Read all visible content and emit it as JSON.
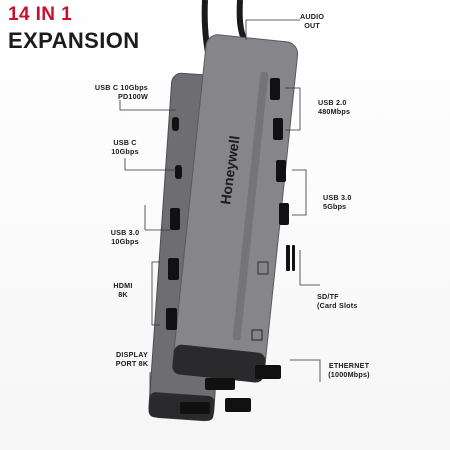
{
  "headline": {
    "line1": "14 IN 1",
    "line2": "EXPANSION"
  },
  "brand": "Honeywell",
  "labels": {
    "audio_out": [
      "AUDIO",
      "OUT"
    ],
    "usbc_pd": [
      "USB C 10Gbps",
      "PD100W"
    ],
    "usb2": [
      "USB 2.0",
      "480Mbps"
    ],
    "usbc": [
      "USB C",
      "10Gbps"
    ],
    "usb3_right": [
      "USB 3.0",
      "5Gbps"
    ],
    "usb3_left": [
      "USB 3.0",
      "10Gbps"
    ],
    "hdmi": [
      "HDMI",
      "8K"
    ],
    "sdtf": [
      "SD/TF",
      "(Card Slots"
    ],
    "display_port": [
      "DISPLAY",
      "PORT 8K"
    ],
    "ethernet": [
      "ETHERNET",
      "(1000Mbps)"
    ]
  },
  "colors": {
    "accent_red": "#c8102e",
    "body_gray": "#7c7c7f",
    "body_dark": "#58585b",
    "port_black": "#111111"
  }
}
